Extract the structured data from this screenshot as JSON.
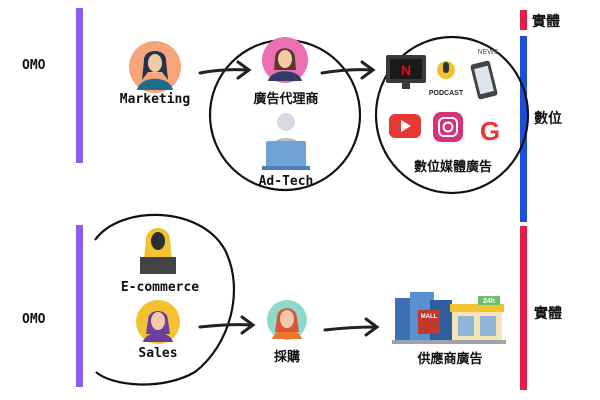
{
  "colors": {
    "purple": "#8B5CF6",
    "blue": "#1D4ED8",
    "red": "#E11D48",
    "orange": "#F6A57A",
    "pink": "#EC6FB4",
    "teal": "#8ED8CC",
    "yellow": "#F2C230",
    "youtube": "#E53935",
    "instagram": "#D6317B"
  },
  "top": {
    "omo": "OMO",
    "nodes": {
      "marketing": "Marketing",
      "agency": "廣告代理商",
      "adtech": "Ad-Tech",
      "media": "數位媒體廣告"
    },
    "media_icons": {
      "netflix": "N",
      "podcast": "PODCAST",
      "news": "NEWS",
      "google": "G"
    }
  },
  "bottom": {
    "omo": "OMO",
    "nodes": {
      "ecommerce": "E-commerce",
      "sales": "Sales",
      "buyer": "採購",
      "supplier": "供應商廣告"
    },
    "store_signs": {
      "mall": "MALL",
      "open": "24h"
    }
  },
  "side": {
    "physical_top": "實體",
    "digital": "數位",
    "physical_bottom": "實體"
  }
}
